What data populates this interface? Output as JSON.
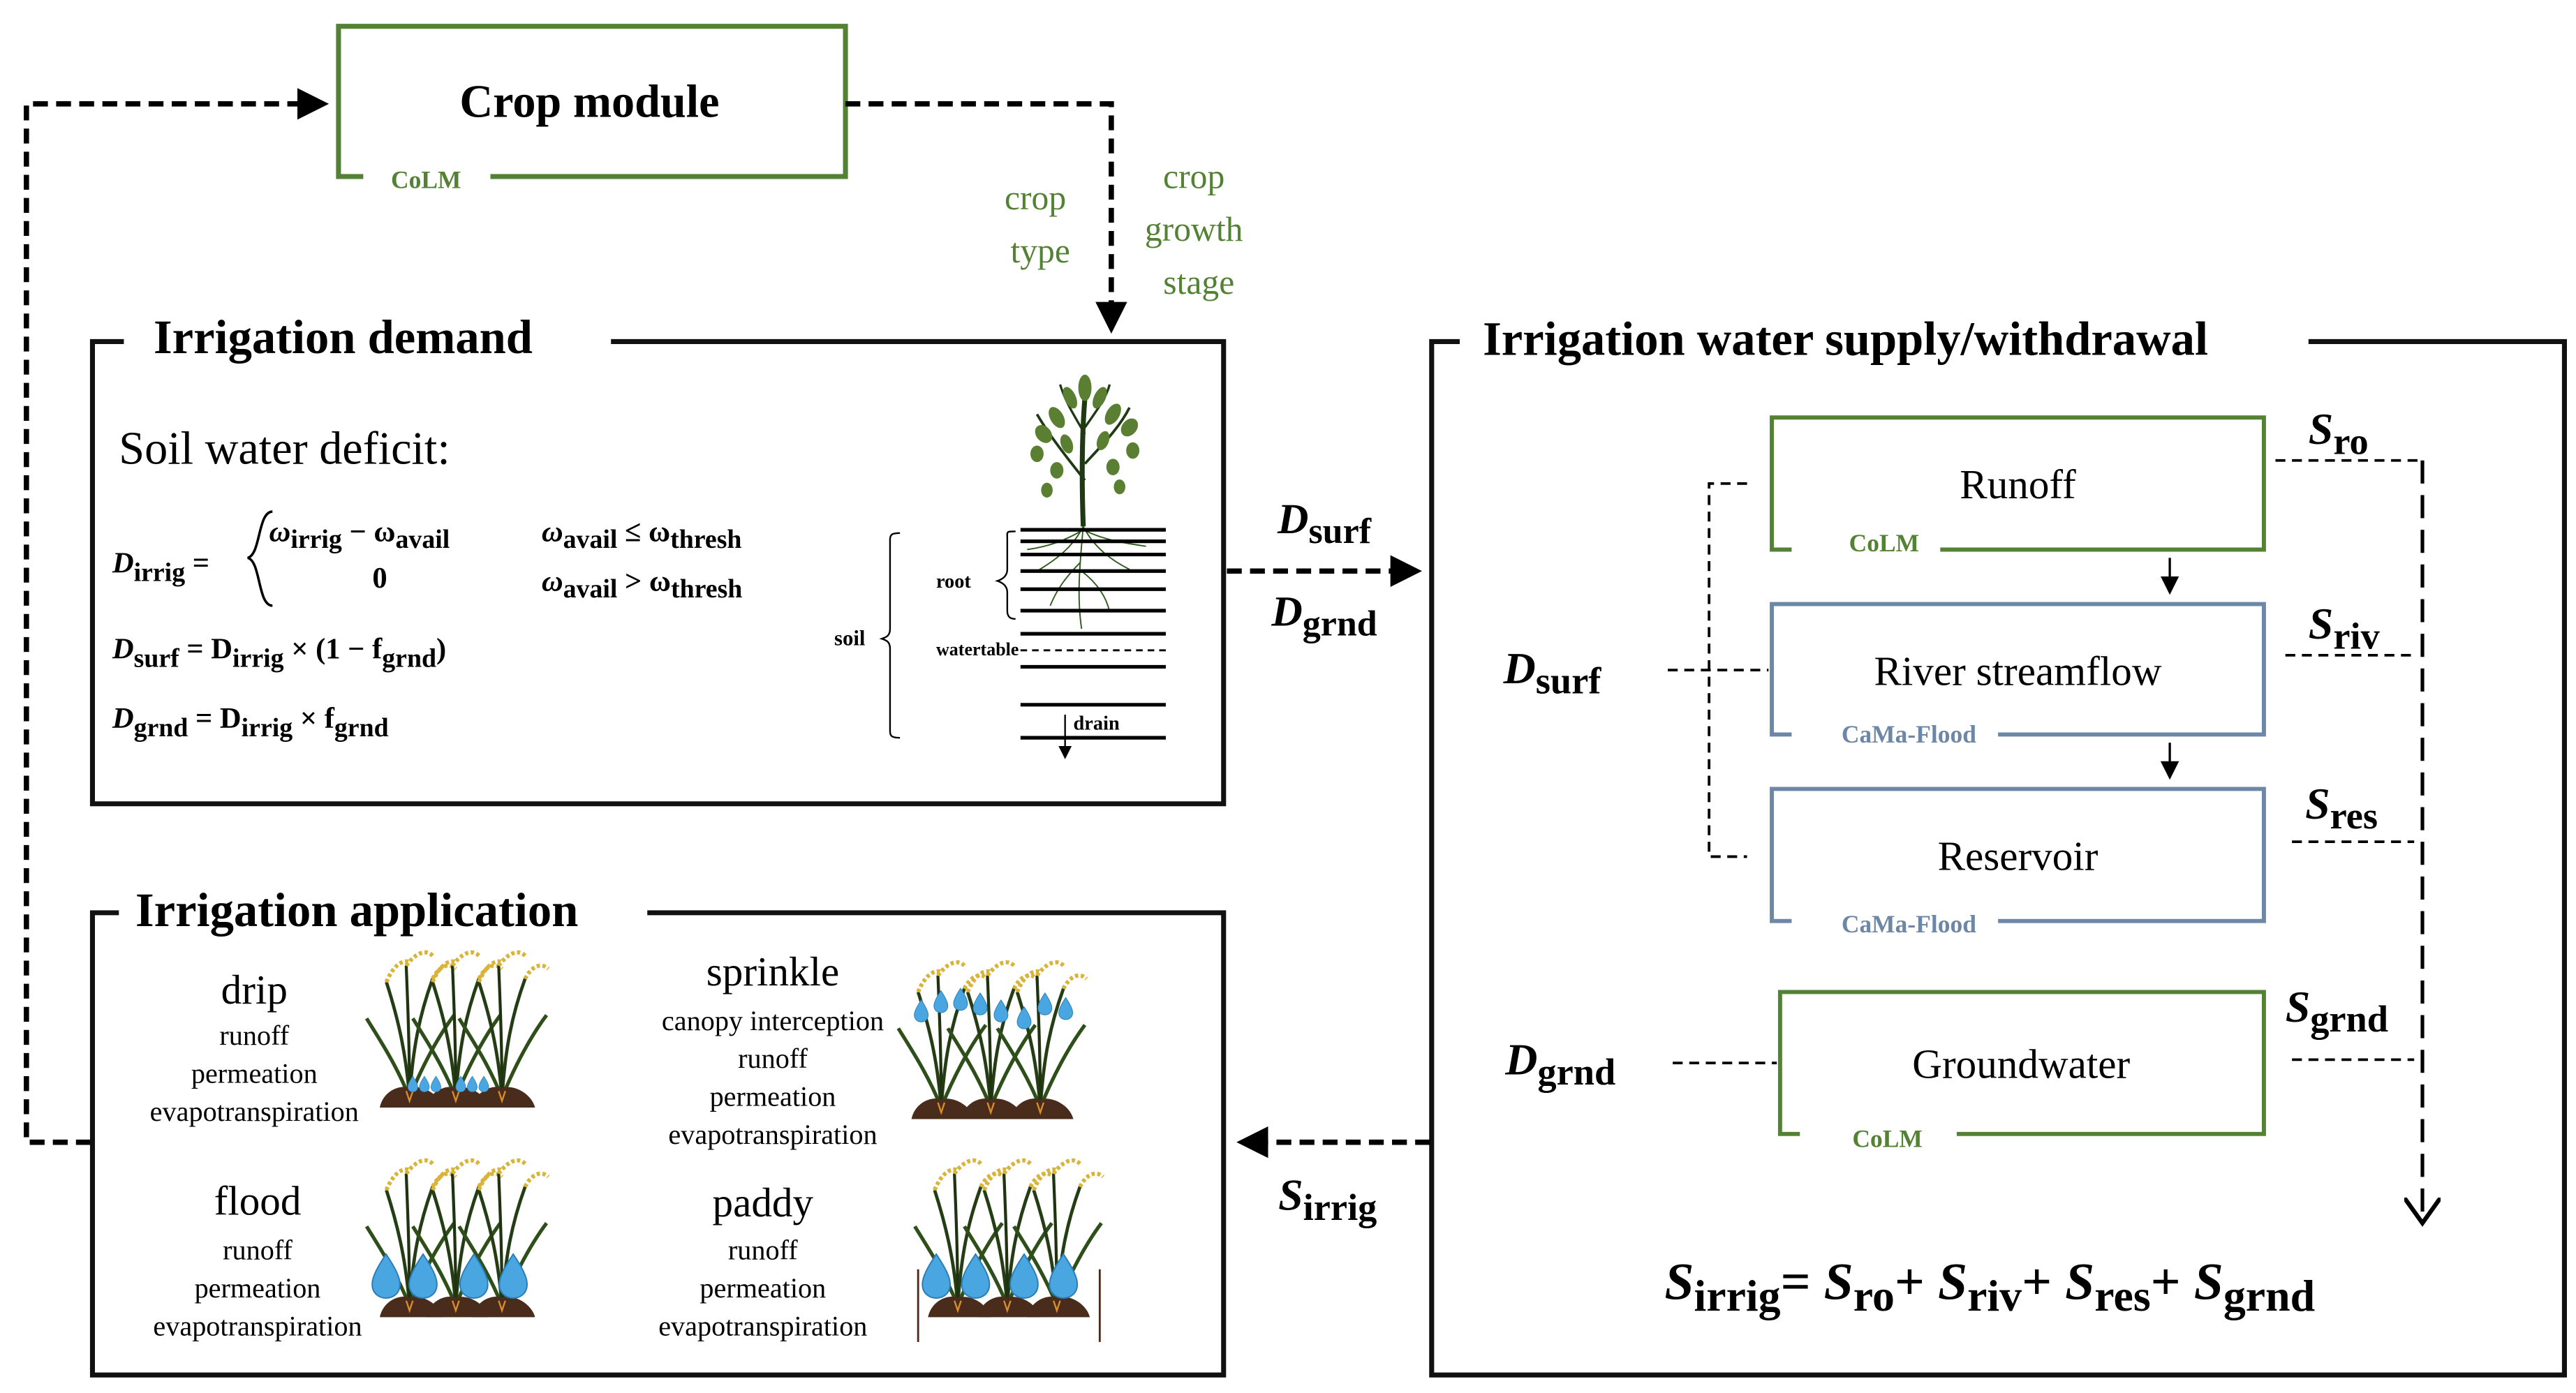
{
  "colors": {
    "colm_green": "#548235",
    "camaflood_blue": "#6d87a6",
    "line_black": "#111111",
    "water_blue": "#4aa6e0",
    "plant_green": "#4b6d2a",
    "soil_brown": "#4a2c1d",
    "grain_yellow": "#d9b33a"
  },
  "crop_module": {
    "title": "Crop module",
    "model_tag": "CoLM",
    "outputs": {
      "crop_type": [
        "crop",
        "type"
      ],
      "crop_growth_stage": [
        "crop",
        "growth",
        "stage"
      ]
    }
  },
  "irrigation_demand": {
    "title": "Irrigation demand",
    "subtitle": "Soil water deficit:",
    "eq_irrig": {
      "lhs": "D",
      "lhs_sub": "irrig",
      "case1_expr": "ω",
      "case1_sub1": "irrig",
      "case1_minus": " − ω",
      "case1_sub2": "avail",
      "case1_cond": "ω",
      "case1_cond_sub1": "avail",
      "case1_cond_op": " ≤ ω",
      "case1_cond_sub2": "thresh",
      "case2_expr": "0",
      "case2_cond": "ω",
      "case2_cond_sub1": "avail",
      "case2_cond_op": " > ω",
      "case2_cond_sub2": "thresh"
    },
    "eq_surf": {
      "lhs": "D",
      "lhs_sub": "surf",
      "rhs1": " = D",
      "rhs1_sub": "irrig",
      "rhs2": " × (1 − f",
      "rhs2_sub": "grnd",
      "rhs2_end": ")"
    },
    "eq_grnd": {
      "lhs": "D",
      "lhs_sub": "grnd",
      "rhs1": " = D",
      "rhs1_sub": "irrig",
      "rhs2": " × f",
      "rhs2_sub": "grnd"
    },
    "soil_labels": {
      "root": "root",
      "soil": "soil",
      "watertable": "watertable",
      "drain": "drain"
    }
  },
  "flows": {
    "demand_to_supply": {
      "top": "D",
      "top_sub": "surf",
      "bottom": "D",
      "bottom_sub": "grnd"
    },
    "supply_to_application": {
      "label": "S",
      "label_sub": "irrig"
    }
  },
  "supply": {
    "title": "Irrigation water supply/withdrawal",
    "sources": [
      {
        "name": "Runoff",
        "model": "CoLM",
        "s": "S",
        "s_sub": "ro"
      },
      {
        "name": "River streamflow",
        "model": "CaMa-Flood",
        "s": "S",
        "s_sub": "riv"
      },
      {
        "name": "Reservoir",
        "model": "CaMa-Flood",
        "s": "S",
        "s_sub": "res"
      },
      {
        "name": "Groundwater",
        "model": "CoLM",
        "s": "S",
        "s_sub": "grnd"
      }
    ],
    "d_surf": {
      "main": "D",
      "sub": "surf"
    },
    "d_grnd": {
      "main": "D",
      "sub": "grnd"
    },
    "total_eq": {
      "lhs": "S",
      "lhs_sub": "irrig",
      "eq": "= ",
      "t1": "S",
      "t1_sub": "ro",
      "p1": "+ ",
      "t2": "S",
      "t2_sub": "riv",
      "p2": "+ ",
      "t3": "S",
      "t3_sub": "res",
      "p3": "+ ",
      "t4": "S",
      "t4_sub": "grnd"
    }
  },
  "application": {
    "title": "Irrigation application",
    "methods": [
      {
        "name": "drip",
        "processes": [
          "runoff",
          "permeation",
          "evapotranspiration"
        ]
      },
      {
        "name": "sprinkle",
        "processes": [
          "canopy interception",
          "runoff",
          "permeation",
          "evapotranspiration"
        ]
      },
      {
        "name": "flood",
        "processes": [
          "runoff",
          "permeation",
          "evapotranspiration"
        ]
      },
      {
        "name": "paddy",
        "processes": [
          "runoff",
          "permeation",
          "evapotranspiration"
        ]
      }
    ]
  }
}
